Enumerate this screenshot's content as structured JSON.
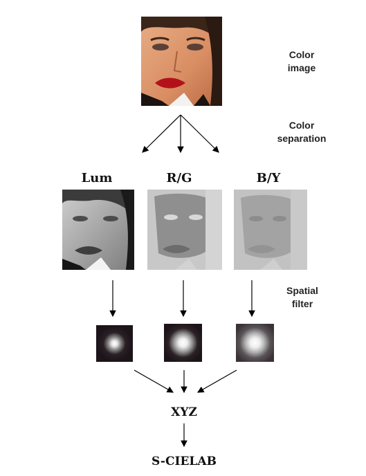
{
  "labels": {
    "color_image": "Color\nimage",
    "color_separation": "Color\nseparation",
    "spatial_filter": "Spatial\nfilter",
    "xyz": "XYZ",
    "s_cielab": "S-CIELAB"
  },
  "channels": [
    {
      "label": "Lum"
    },
    {
      "label": "R/G"
    },
    {
      "label": "B/Y"
    }
  ]
}
